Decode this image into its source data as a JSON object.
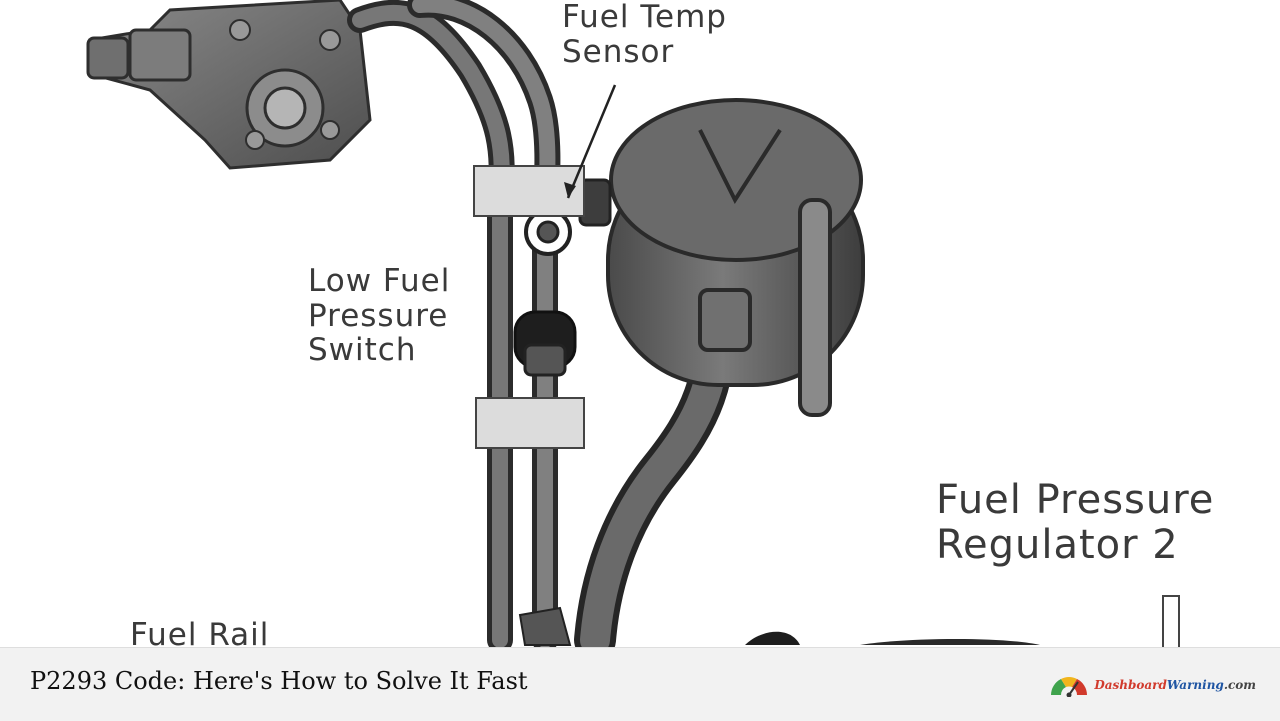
{
  "labels": {
    "fuel_temp_sensor": [
      "Fuel Temp",
      "Sensor"
    ],
    "low_fuel_pressure_switch": [
      "Low Fuel",
      "Pressure",
      "Switch"
    ],
    "fuel_pressure_regulator": [
      "Fuel Pressure",
      "Regulator 2"
    ],
    "fuel_rail": "Fuel Rail"
  },
  "footer": {
    "title": "P2293 Code: Here's How to Solve It Fast",
    "brand": {
      "part1": "Dashboard",
      "part2": "Warning",
      "part3": ".com",
      "icon": "gauge-logo-icon"
    }
  },
  "colors": {
    "footer_bg": "#f2f2f2",
    "brand_red": "#d13a2c",
    "brand_blue": "#1f55a3",
    "component_gray": "#5b5b5b",
    "clamp_light": "#dcdcdc"
  }
}
